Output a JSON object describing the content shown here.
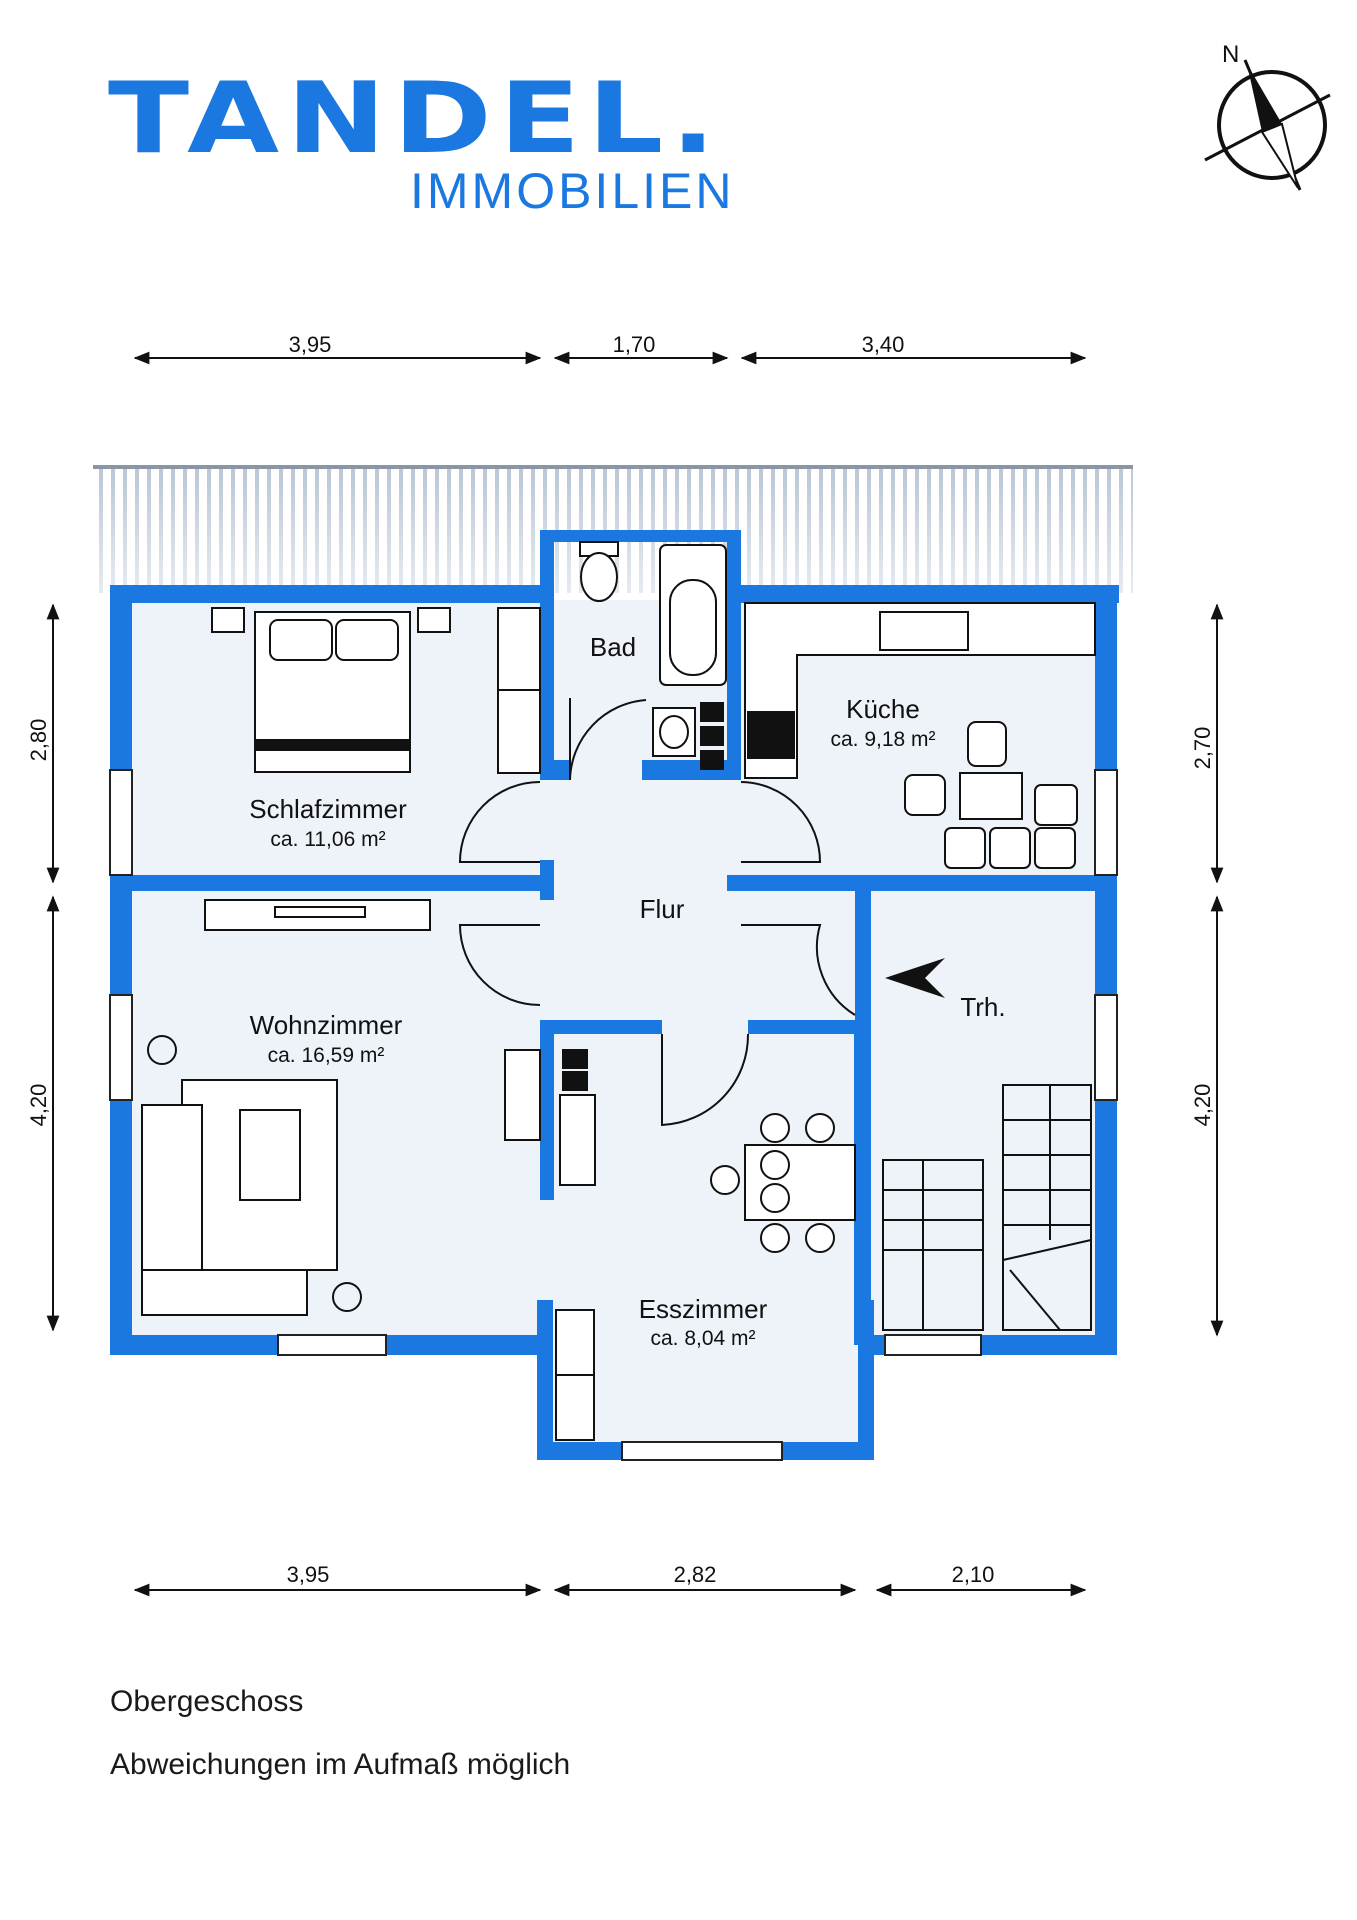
{
  "brand": {
    "name": "TANDEL.",
    "sub": "IMMOBILIEN",
    "color": "#1b78e0"
  },
  "compass": {
    "north_label": "N"
  },
  "colors": {
    "wall": "#1b78e0",
    "floor": "#eef3fa",
    "line": "#222222"
  },
  "dimensions": {
    "top": [
      "3,95",
      "1,70",
      "3,40"
    ],
    "bottom": [
      "3,95",
      "2,82",
      "2,10"
    ],
    "left": [
      "2,80",
      "4,20"
    ],
    "right": [
      "2,70",
      "4,20"
    ]
  },
  "rooms": {
    "schlafzimmer": {
      "name": "Schlafzimmer",
      "area": "ca. 11,06 m²"
    },
    "bad": {
      "name": "Bad"
    },
    "kueche": {
      "name": "Küche",
      "area": "ca. 9,18 m²"
    },
    "flur": {
      "name": "Flur"
    },
    "wohnzimmer": {
      "name": "Wohnzimmer",
      "area": "ca. 16,59 m²"
    },
    "esszimmer": {
      "name": "Esszimmer",
      "area": "ca. 8,04 m²"
    },
    "treppenhaus": {
      "name": "Trh."
    }
  },
  "footer": {
    "floor": "Obergeschoss",
    "note": "Abweichungen im Aufmaß möglich"
  }
}
